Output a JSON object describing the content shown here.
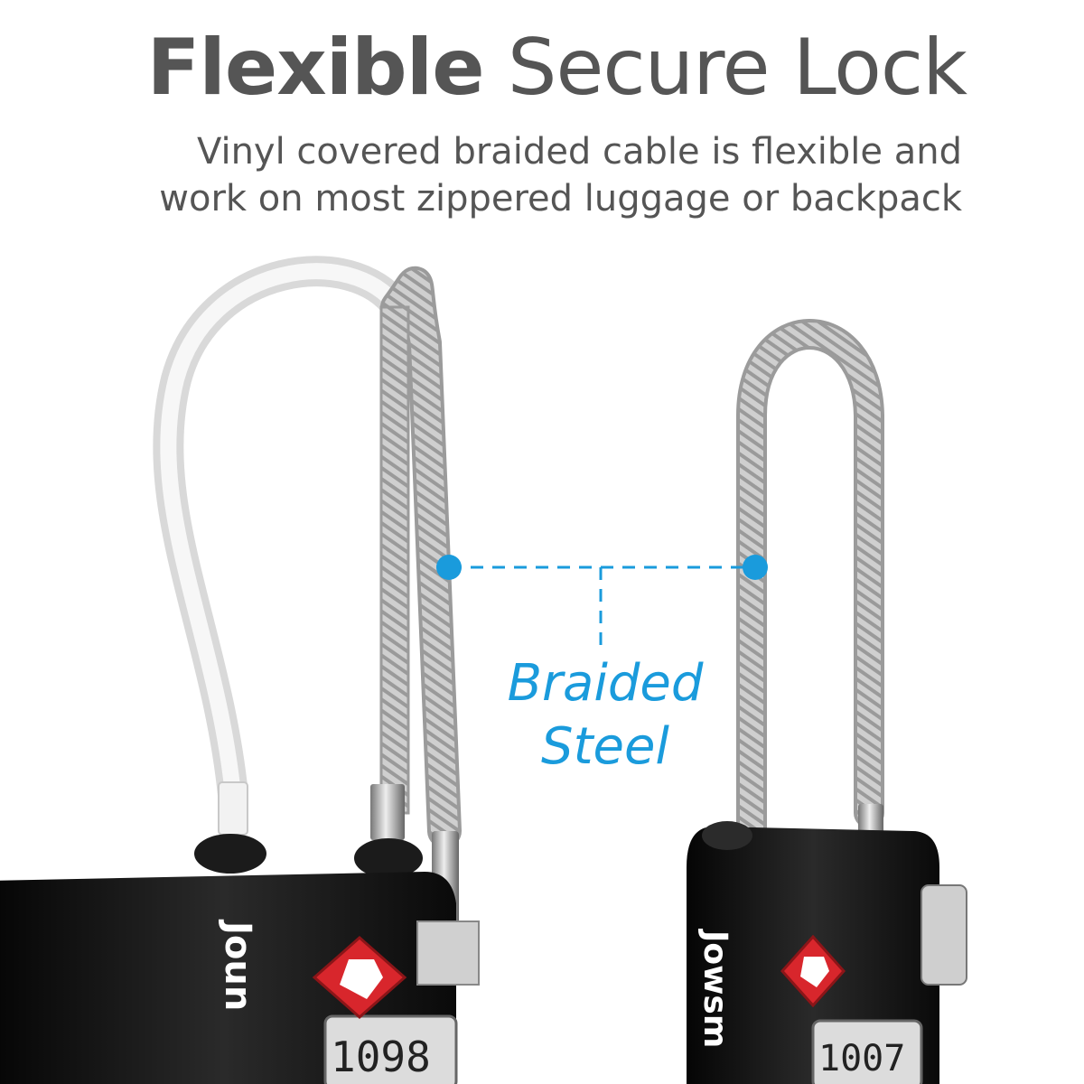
{
  "header": {
    "title_bold": "Flexible",
    "title_rest": "Secure Lock",
    "subtitle_lines": [
      "Vinyl covered braided cable is flexible and",
      "work on most zippered luggage or backpack"
    ]
  },
  "callout": {
    "line1": "Braided",
    "line2": "Steel",
    "color": "#1a9bdc"
  },
  "product": {
    "brand_left": "Joun",
    "brand_right": "Jowsm",
    "dial_digits_left": "1098",
    "dial_digits_right": "1007",
    "tsa_icon": "tsa-diamond-icon",
    "colors": {
      "lock_body": "#141414",
      "cable": "#bcbcbc",
      "tsa_red": "#d8262c"
    }
  }
}
